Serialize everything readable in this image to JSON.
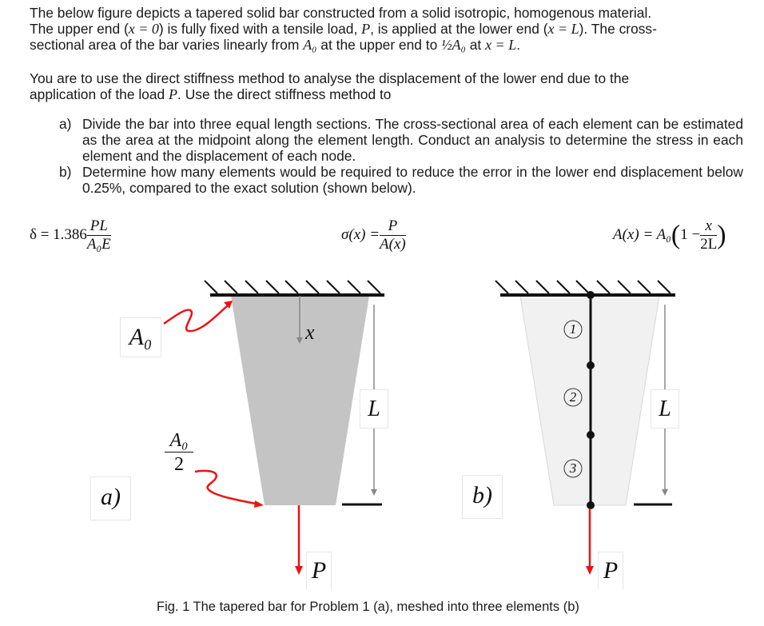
{
  "intro": {
    "line1": "The below figure depicts a tapered solid bar constructed from a solid isotropic, homogenous material.",
    "line2_a": "The upper end (",
    "line2_x0": "x = 0",
    "line2_b": ") is fully fixed with a tensile load, ",
    "line2_P": "P",
    "line2_c": ", is applied at the lower end (",
    "line2_xL": "x = L",
    "line2_d": "). The cross-",
    "line3_a": "sectional area of the bar varies linearly from ",
    "line3_A0": "A₀",
    "line3_b": " at the upper end to ",
    "line3_halfA0": "½A₀",
    "line3_c": " at ",
    "line3_xL": "x = L",
    "line3_d": "."
  },
  "task": {
    "line1": "You are to use the direct stiffness method to analyse the displacement of the lower end due to the",
    "line2_a": "application of the load ",
    "line2_P": "P",
    "line2_b": ". Use the direct stiffness method to"
  },
  "questions": [
    {
      "label": "a)",
      "text": "Divide the bar into three equal length sections. The cross-sectional area of each element can be estimated as the area at the midpoint along the element length. Conduct an analysis to determine the stress in each element and the displacement of each node."
    },
    {
      "label": "b)",
      "text": "Determine how many elements would be required to reduce the error in the lower end displacement below 0.25%, compared to the exact solution (shown below)."
    }
  ],
  "equations": {
    "delta": {
      "lhs": "δ = 1.386",
      "num": "PL",
      "den": "A₀E"
    },
    "sigma": {
      "lhs": "σ(x) =",
      "num": "P",
      "den": "A(x)"
    },
    "area": {
      "lhs": "A(x) = A₀",
      "one": "1 −",
      "num": "x",
      "den": "2L"
    }
  },
  "figure": {
    "panel_a": {
      "label": "a)",
      "top_area_label": "A₀",
      "bottom_area_num": "A₀",
      "bottom_area_den": "2",
      "x_label": "x",
      "length_label": "L",
      "load_label": "P",
      "fill_color": "#c4c4c4"
    },
    "panel_b": {
      "label": "b)",
      "elements": [
        "1",
        "2",
        "3"
      ],
      "length_label": "L",
      "load_label": "P",
      "fill_color": "#f0f0f0"
    },
    "load_color": "#ee1111",
    "caption": "Fig. 1 The tapered bar for Problem 1 (a), meshed into three elements (b)"
  }
}
